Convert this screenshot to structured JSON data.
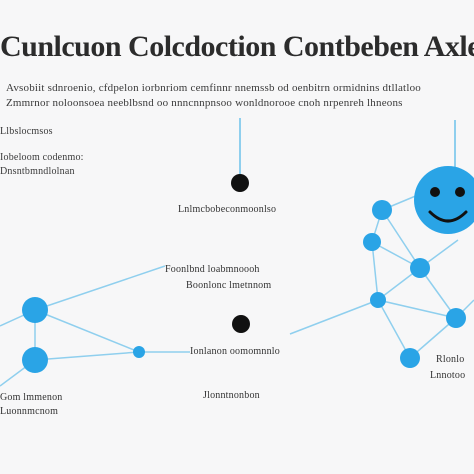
{
  "title": "Cunlcuon Colcdoction Contbeben Axleodetale",
  "intro_lines": [
    "Avsobiit sdnroenio, cfdpelon iorbnriom cemfinnr nnemssb od oenbitrn ormidnins dtllatloo",
    "Zmmrnor noloonsoea neeblbsnd oo  nnncnnpnsoo wonldnorooe cnoh  nrpenreh lhneons"
  ],
  "left_labels": [
    "Llbslocmsos",
    "Iobeloom codenmo:",
    "Dnsntbmndlolnan"
  ],
  "center_top_caption": "Lnlmcbobeconmoonlso",
  "center_mid_caption_1": "Foonlbnd loabmnoooh",
  "center_mid_caption_2": "Boonlonc lmetnnom",
  "center_bottom_caption": "Ionlanon oomomnnlo",
  "bottom_left_caption_1": "Gom lmmenon",
  "bottom_left_caption_2": "Luonnmcnom",
  "bottom_center_caption": "Jlonntnonbon",
  "bottom_right_caption_1": "Rlonlo",
  "bottom_right_caption_2": "Lnnotoo",
  "colors": {
    "node_blue": "#2aa4e6",
    "edge_blue": "#8fcfee",
    "dark_dot": "#111111",
    "face_yellow_outline": "#2aa4e6"
  },
  "icons": [
    "smiley-face-icon"
  ]
}
